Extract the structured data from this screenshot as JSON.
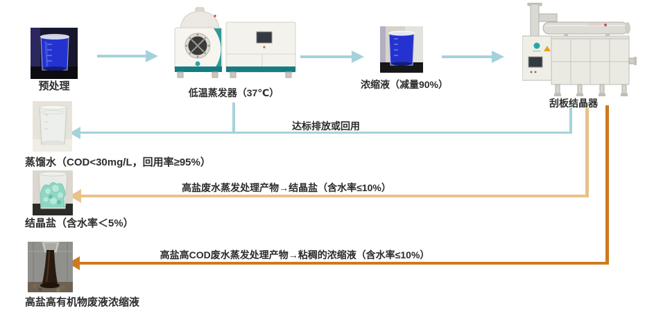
{
  "diagram": {
    "stages": {
      "pretreatment": {
        "caption": "预处理"
      },
      "evaporator": {
        "caption": "低温蒸发器（37℃）"
      },
      "concentrate": {
        "caption": "浓缩液（减量90%）"
      },
      "crystallizer": {
        "caption": "刮板结晶器"
      }
    },
    "outputs": {
      "distilled_water": {
        "caption": "蒸馏水（COD<30mg/L，回用率≥95%）",
        "arrow_label": "达标排放或回用"
      },
      "crystal_salt": {
        "caption": "结晶盐（含水率＜5%）",
        "arrow_label": "高盐废水蒸发处理产物→结晶盐（含水率≤10%）"
      },
      "organic_concentrate": {
        "caption": "高盐高有机物废液浓缩液",
        "arrow_label": "高盐高COD废水蒸发处理产物→粘稠的浓缩液（含水率≤10%）"
      }
    },
    "colors": {
      "flow_blue": "#a5d2da",
      "flow_tan": "#e8c28a",
      "flow_orange": "#cd7a1e",
      "machine_teal": "#17868a"
    }
  }
}
